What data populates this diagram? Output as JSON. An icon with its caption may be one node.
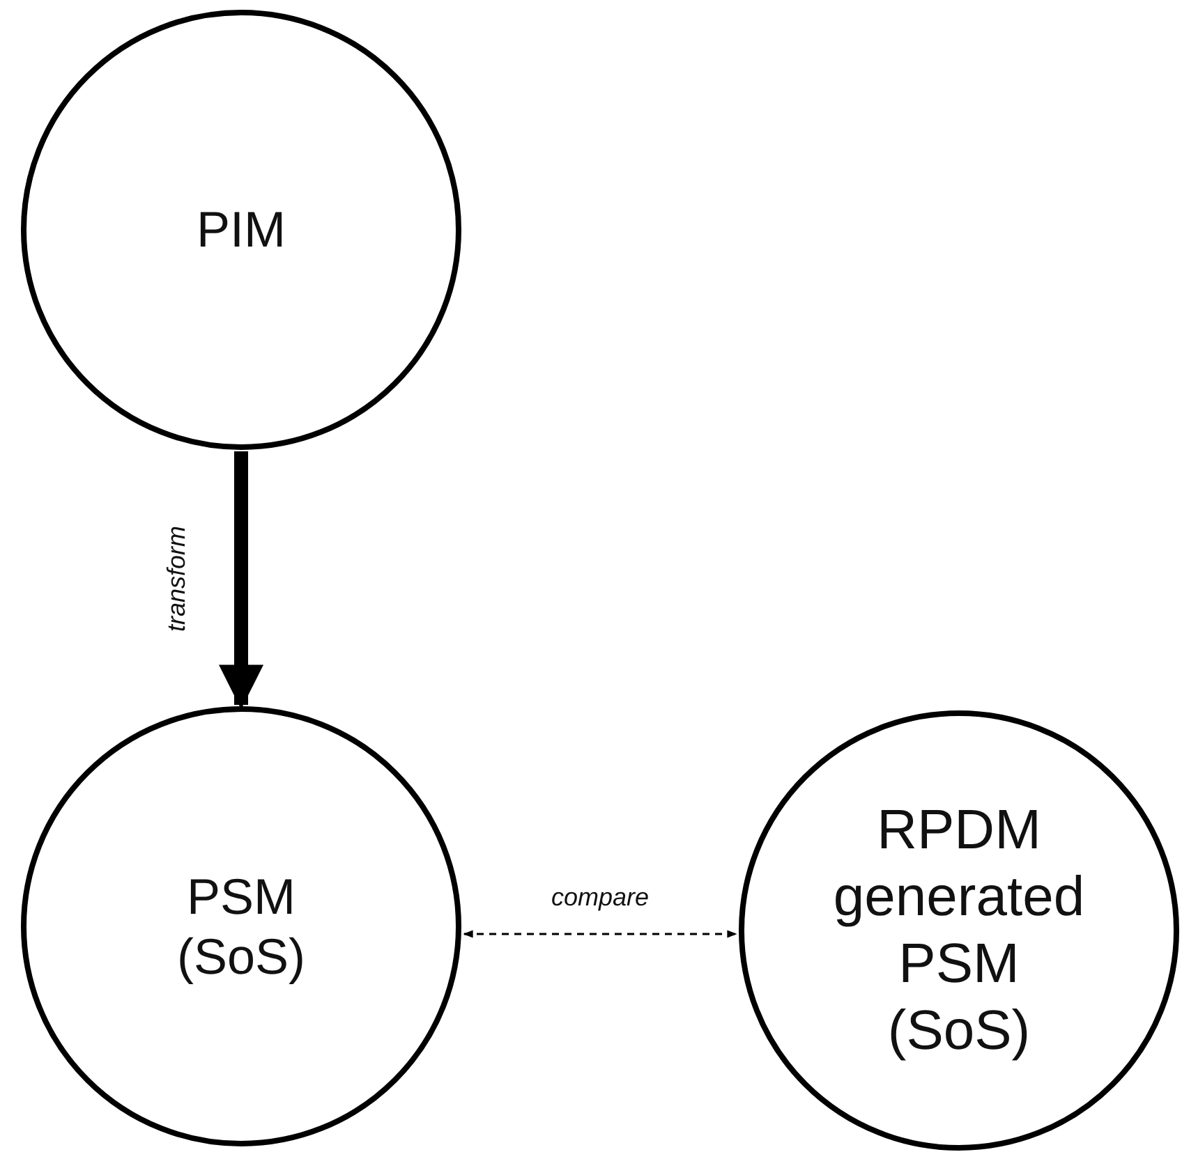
{
  "diagram": {
    "nodes": [
      {
        "text": [
          "PIM"
        ]
      },
      {
        "text": [
          "PSM (SoS)"
        ]
      },
      {
        "text": [
          "RPDM generated PSM (SoS)"
        ]
      }
    ],
    "edges": [
      {
        "from": 0,
        "to": 1,
        "arrow": "to",
        "label": "transform",
        "style": "thick"
      },
      {
        "from": 1,
        "to": 2,
        "arrow": "both",
        "label": "compare",
        "style": "dashed"
      }
    ]
  }
}
